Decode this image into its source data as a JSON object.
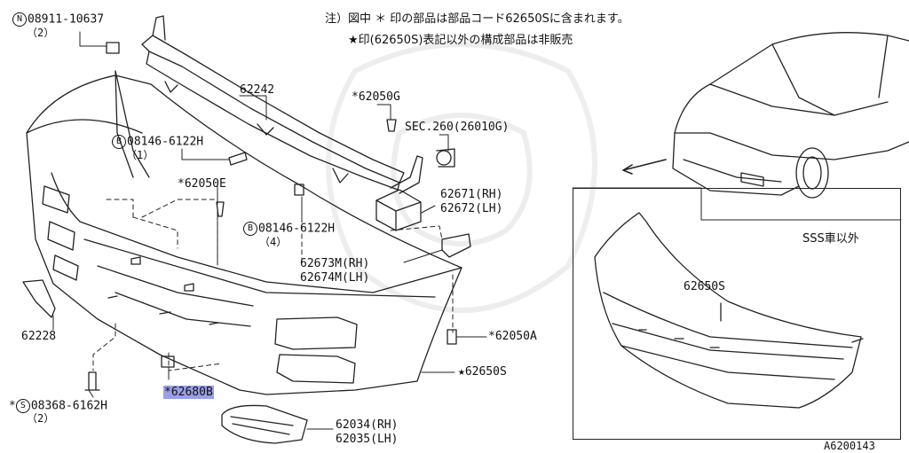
{
  "notes": {
    "line1": "注）図中 ＊ 印の部品は部品コード62650Sに含まれます。",
    "line2": "★印(62650S)表記以外の構成部品は非販売"
  },
  "labels": {
    "nut": {
      "marker": "N",
      "code": "08911-10637",
      "qty": "（2）"
    },
    "reinforcement": "62242",
    "clip_g": "*62050G",
    "sec": "SEC.260(26010G)",
    "bolt_b1": {
      "marker": "B",
      "code": "08146-6122H",
      "qty": "（1）"
    },
    "clip_e": "*62050E",
    "bracket_rh": "62671(RH)",
    "bracket_lh": "62672(LH)",
    "bolt_b4": {
      "marker": "B",
      "code": "08146-6122H",
      "qty": "（4）"
    },
    "stay_rh": "62673M(RH)",
    "stay_lh": "62674M(LH)",
    "cover": "62228",
    "clip_a": "*62050A",
    "bumper": "★62650S",
    "screw": {
      "prefix": "*",
      "marker": "S",
      "code": "08368-6162H",
      "qty": "（2）"
    },
    "highlighted": "*62680B",
    "grille_rh": "62034(RH)",
    "grille_lh": "62035(LH)",
    "inset_title": "SSS車以外",
    "inset_part": "62650S",
    "figure_id": "A6200143"
  }
}
